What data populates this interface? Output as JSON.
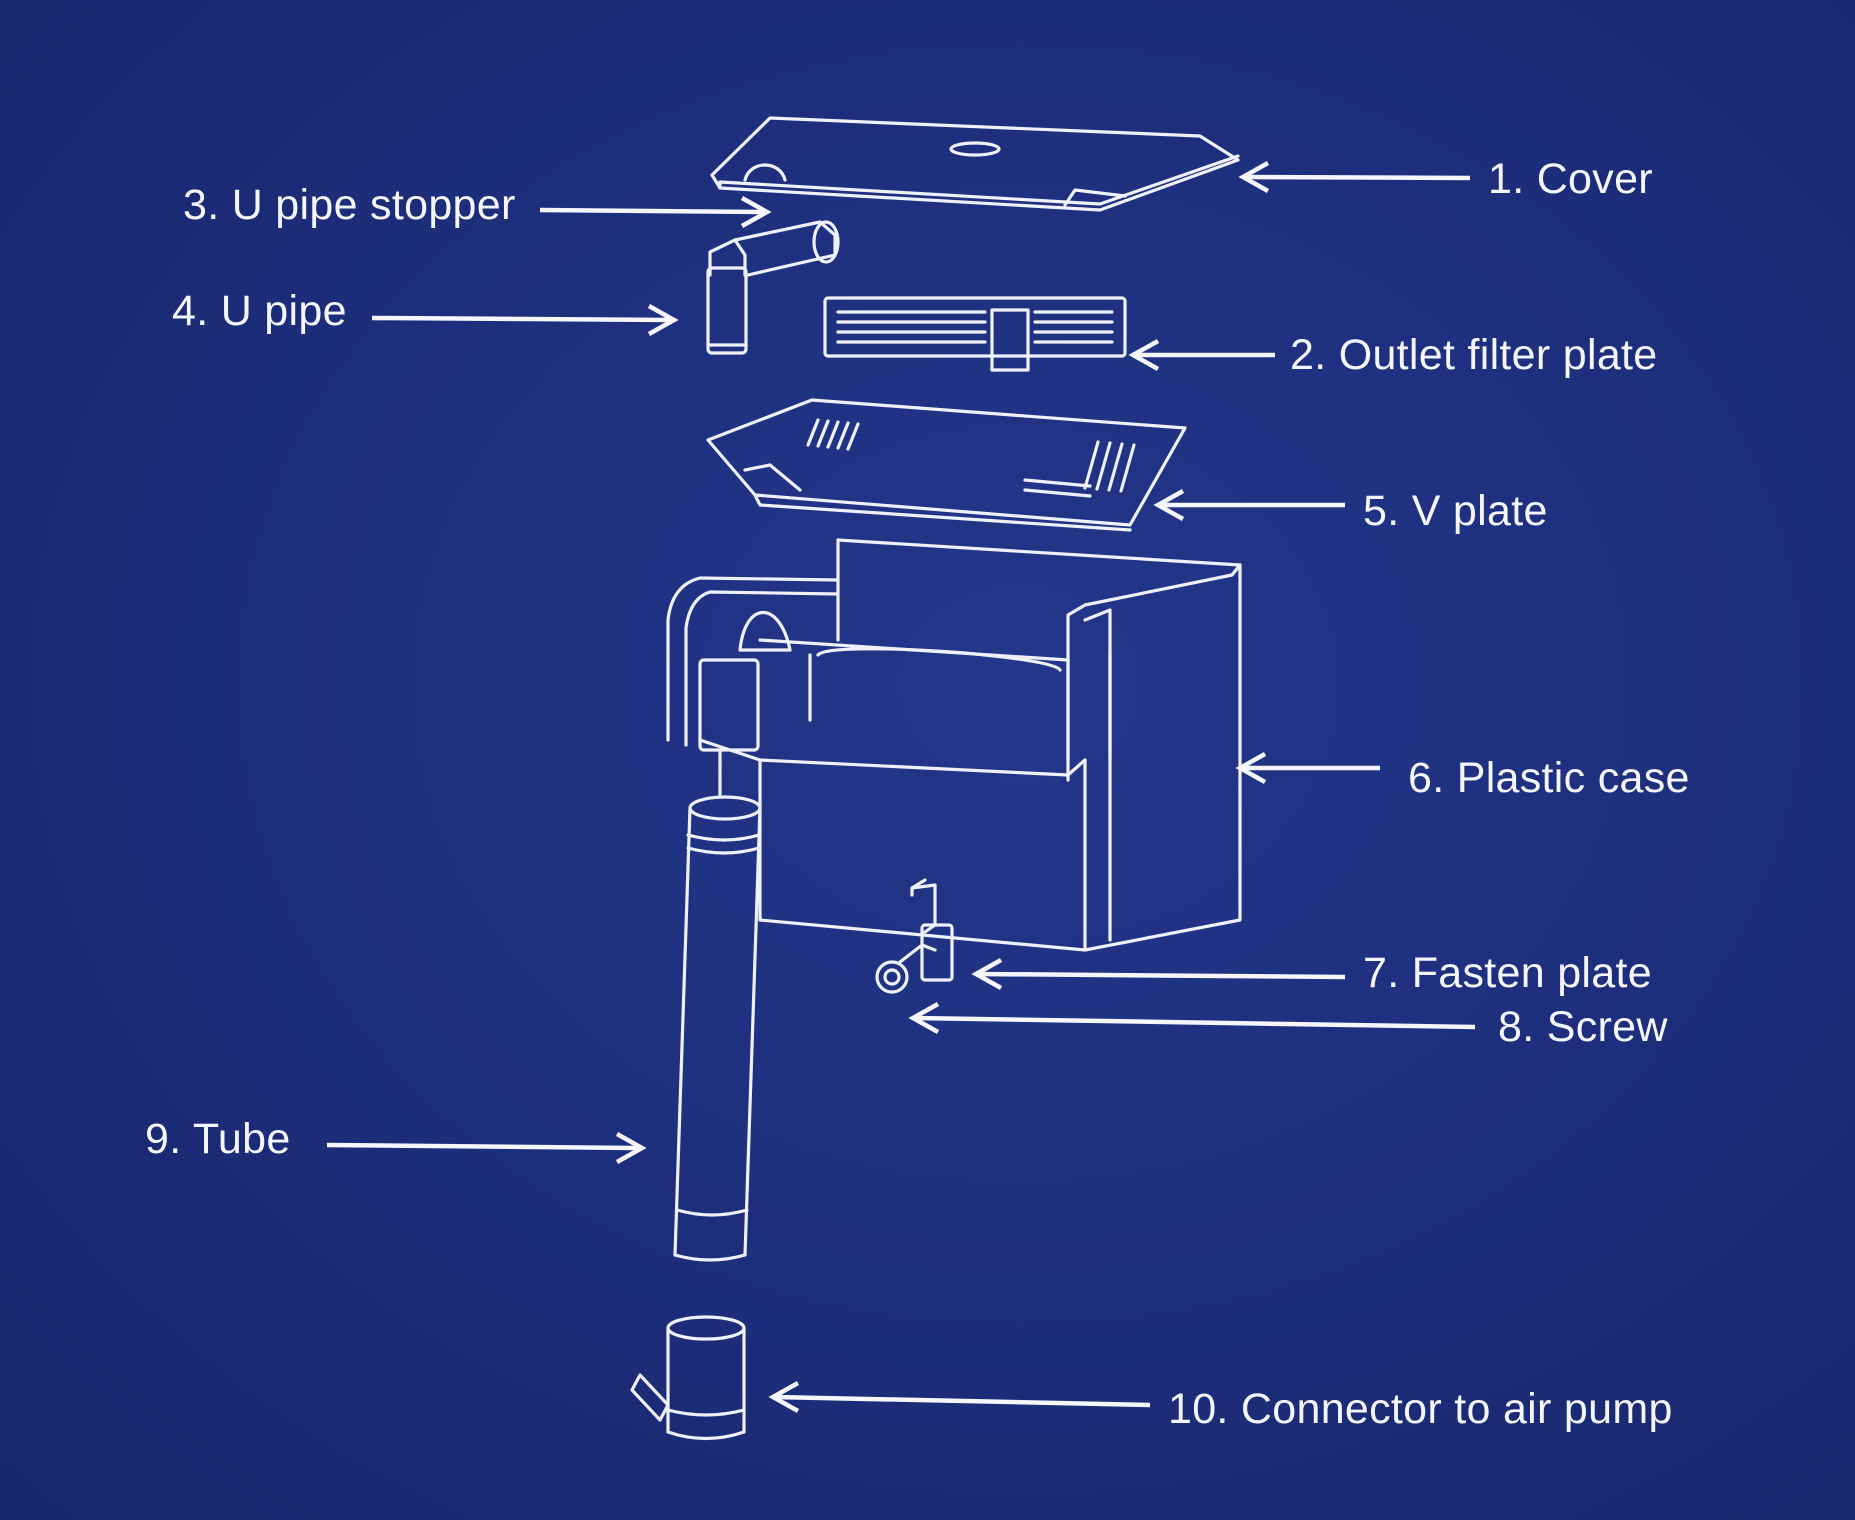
{
  "diagram": {
    "background_color": "#1e2f7e",
    "line_color": "#eef1fa",
    "labels": [
      {
        "id": "cover",
        "text": "1. Cover"
      },
      {
        "id": "outlet-filter-plate",
        "text": "2. Outlet filter plate"
      },
      {
        "id": "u-pipe-stopper",
        "text": "3. U pipe stopper"
      },
      {
        "id": "u-pipe",
        "text": "4. U pipe"
      },
      {
        "id": "v-plate",
        "text": "5. V plate"
      },
      {
        "id": "plastic-case",
        "text": "6. Plastic case"
      },
      {
        "id": "fasten-plate",
        "text": "7. Fasten plate"
      },
      {
        "id": "screw",
        "text": "8. Screw"
      },
      {
        "id": "tube",
        "text": "9. Tube"
      },
      {
        "id": "connector",
        "text": "10. Connector to air pump"
      }
    ]
  }
}
